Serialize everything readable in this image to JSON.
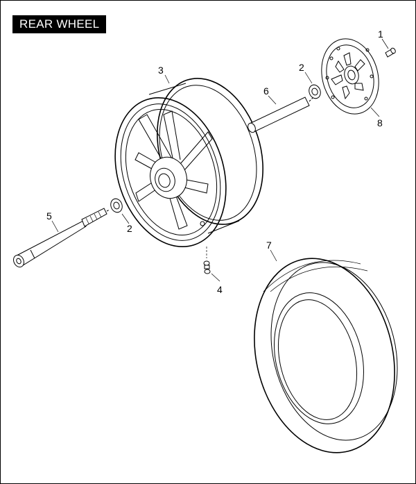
{
  "title": "REAR WHEEL",
  "callouts": {
    "c1": "1",
    "c2a": "2",
    "c2b": "2",
    "c3": "3",
    "c4": "4",
    "c5": "5",
    "c6": "6",
    "c7": "7",
    "c8": "8"
  }
}
